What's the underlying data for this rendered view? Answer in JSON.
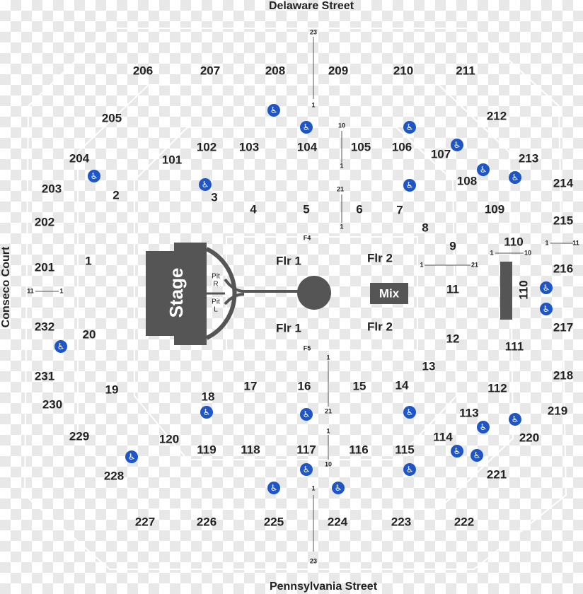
{
  "streets": {
    "north": "Delaware Street",
    "south": "Pennsylvania Street",
    "west": "Conseco Court"
  },
  "stage": {
    "label": "Stage",
    "pit_right": "Pit\nR",
    "pit_left": "Pit\nL"
  },
  "mix": {
    "label": "Mix"
  },
  "floor": {
    "flr1_top": "Flr 1",
    "flr1_bottom": "Flr 1",
    "flr2_top": "Flr 2",
    "flr2_bottom": "Flr 2"
  },
  "sections_upper": [
    "206",
    "207",
    "208",
    "209",
    "210",
    "211",
    "205",
    "212",
    "204",
    "213",
    "203",
    "214",
    "202",
    "215",
    "201",
    "216",
    "232",
    "217",
    "231",
    "218",
    "230",
    "219",
    "229",
    "220",
    "228",
    "221",
    "227",
    "226",
    "225",
    "224",
    "223",
    "222"
  ],
  "sections_lower": [
    "101",
    "102",
    "103",
    "104",
    "105",
    "106",
    "107",
    "108",
    "109",
    "110",
    "110",
    "111",
    "112",
    "113",
    "114",
    "115",
    "116",
    "117",
    "118",
    "119",
    "120"
  ],
  "sections_floor": [
    "1",
    "2",
    "3",
    "4",
    "5",
    "6",
    "7",
    "8",
    "9",
    "11",
    "12",
    "13",
    "14",
    "15",
    "16",
    "17",
    "18",
    "19",
    "20"
  ],
  "row_markers": [
    "23",
    "1",
    "10",
    "1",
    "21",
    "1",
    "F4",
    "F5",
    "1",
    "21",
    "1",
    "10",
    "1",
    "23",
    "11",
    "1",
    "1",
    "10",
    "1",
    "21",
    "1",
    "11"
  ],
  "colors": {
    "accessible": "#1e56c8",
    "stage": "#555555",
    "outline": "#ffffff"
  },
  "icon": "wheelchair-icon"
}
